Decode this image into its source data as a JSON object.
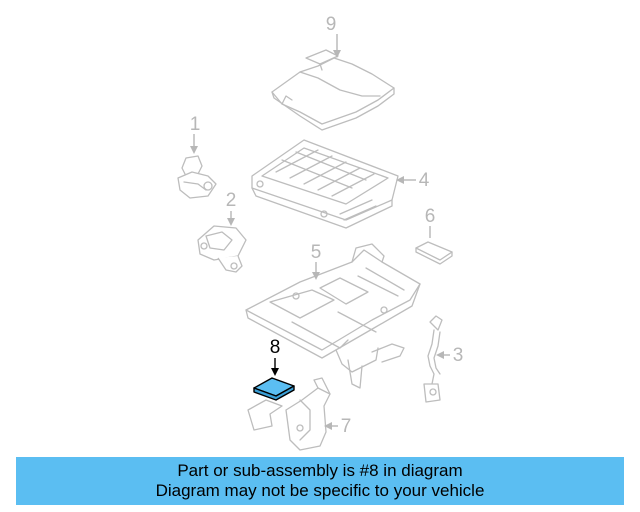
{
  "diagram": {
    "callouts": [
      "1",
      "2",
      "3",
      "4",
      "5",
      "6",
      "7",
      "8",
      "9"
    ],
    "highlighted_part": "8",
    "highlight_color": "#5bbef2"
  },
  "banner": {
    "line1": "Part or sub-assembly is #8 in diagram",
    "line2": "Diagram may not be specific to your vehicle",
    "background": "#5bbef2"
  }
}
